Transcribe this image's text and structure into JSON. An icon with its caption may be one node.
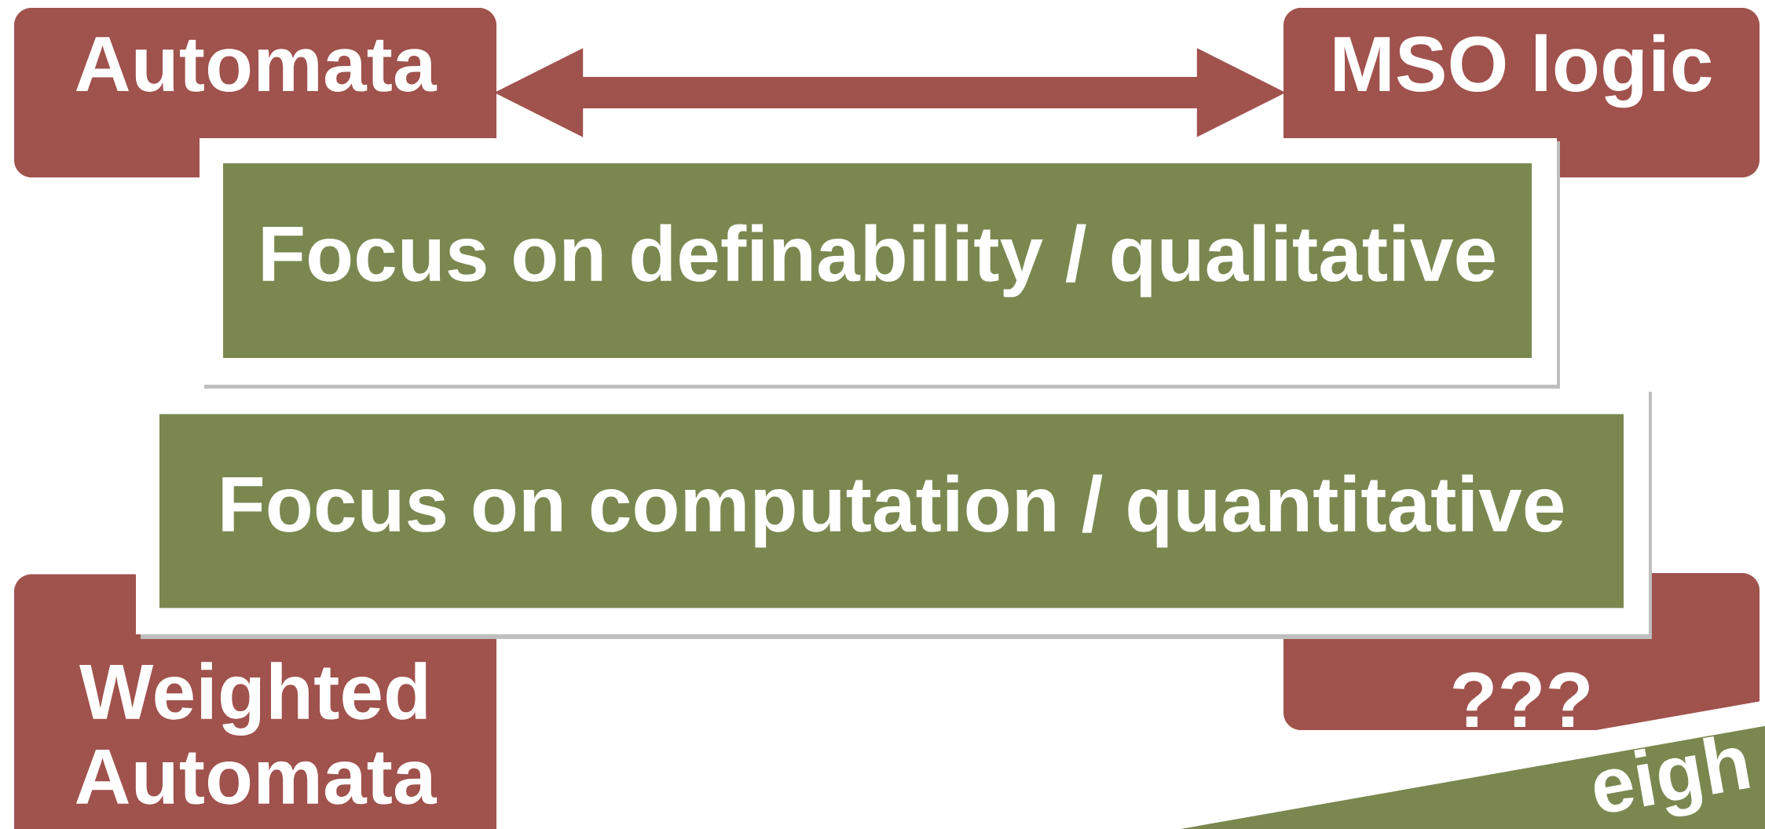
{
  "diagram": {
    "nodes": [
      {
        "text": [
          "Automata"
        ]
      },
      {
        "text": [
          "MSO logic"
        ]
      },
      {
        "text": [
          "Focus on definability / qualitative"
        ]
      },
      {
        "text": [
          "Focus on computation / quantitative"
        ]
      },
      {
        "text": [
          "Weighted Automata"
        ]
      },
      {
        "text": [
          "???"
        ]
      },
      {
        "text": [
          "eigh"
        ]
      }
    ],
    "edges": [
      {
        "from": 0,
        "to": 1,
        "arrow": "both"
      }
    ]
  }
}
